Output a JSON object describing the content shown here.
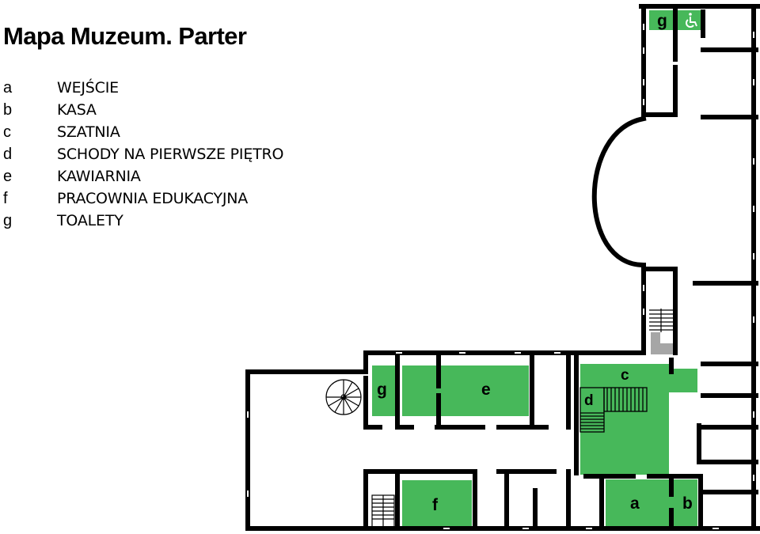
{
  "title": "Mapa Muzeum. Parter",
  "legend": [
    {
      "letter": "a",
      "label": "WEJŚCIE"
    },
    {
      "letter": "b",
      "label": "KASA"
    },
    {
      "letter": "c",
      "label": "SZATNIA"
    },
    {
      "letter": "d",
      "label": "SCHODY NA PIERWSZE PIĘTRO"
    },
    {
      "letter": "e",
      "label": "KAWIARNIA"
    },
    {
      "letter": "f",
      "label": "PRACOWNIA EDUKACYJNA"
    },
    {
      "letter": "g",
      "label": "TOALETY"
    }
  ],
  "rooms": {
    "a": "a",
    "b": "b",
    "c": "c",
    "d": "d",
    "e": "e",
    "f": "f",
    "g_top": "g",
    "g_left": "g"
  },
  "icons": {
    "accessible_toilet": "wheelchair-icon"
  },
  "colors": {
    "room_fill": "#47b85a",
    "walls": "#000000",
    "lift": "#a6a6a6",
    "background": "#ffffff"
  }
}
